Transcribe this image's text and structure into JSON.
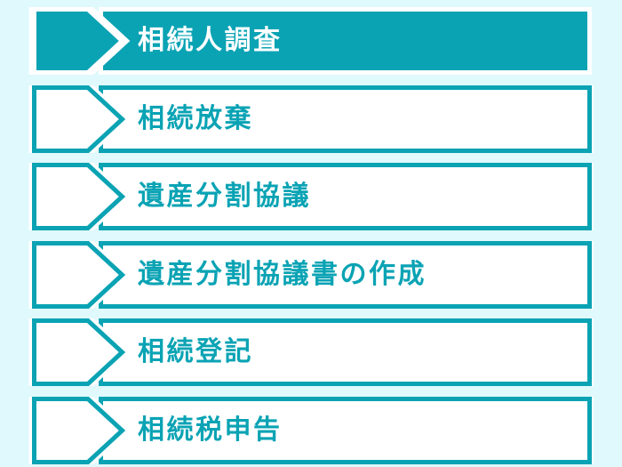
{
  "colors": {
    "teal": "#0aa3b4",
    "white": "#ffffff",
    "background": "#dff9fc"
  },
  "flow": {
    "steps": [
      {
        "label": "相続人調査",
        "state": "active"
      },
      {
        "label": "相続放棄",
        "state": "normal"
      },
      {
        "label": "遺産分割協議",
        "state": "normal"
      },
      {
        "label": "遺産分割協議書の作成",
        "state": "normal"
      },
      {
        "label": "相続登記",
        "state": "normal"
      },
      {
        "label": "相続税申告",
        "state": "normal"
      }
    ]
  }
}
